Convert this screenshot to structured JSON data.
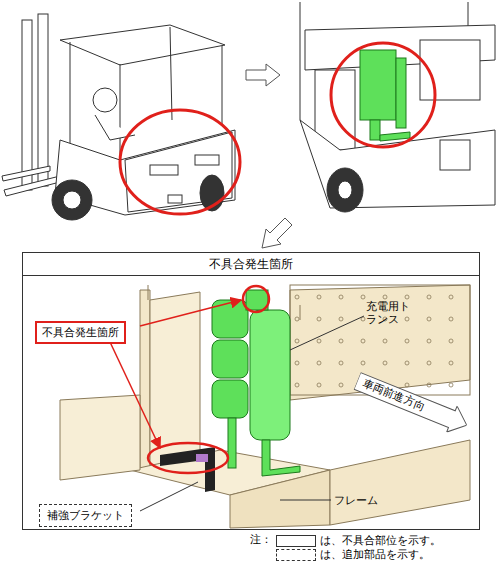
{
  "diagram": {
    "nodes": [
      {
        "text": [
          "不具合発生箇所"
        ]
      },
      {
        "text": [
          "不具合発生箇所"
        ],
        "in": 0
      },
      {
        "text": [
          "補強ブラケット"
        ],
        "in": 0
      },
      {
        "text": [
          "車両前進方向"
        ],
        "in": 0
      }
    ],
    "labels": [
      "充電用トランス",
      "フレーム",
      "注："
    ],
    "legend": [
      {
        "text": "は、不具合部位を示す。"
      },
      {
        "text": "は、追加部品を示す。"
      }
    ]
  }
}
